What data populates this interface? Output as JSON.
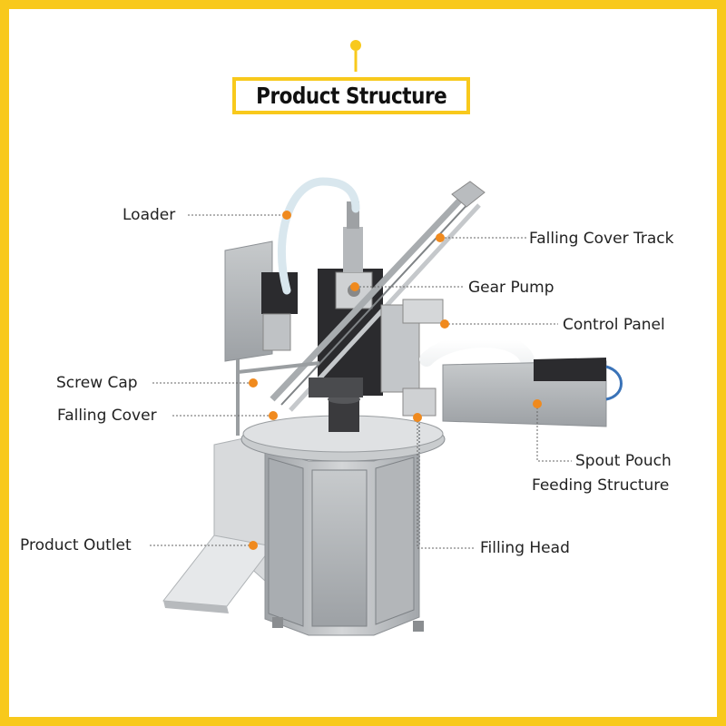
{
  "title": "Product Structure",
  "labels": {
    "loader": "Loader",
    "falling_cover_track": "Falling Cover Track",
    "gear_pump": "Gear Pump",
    "control_panel": "Control Panel",
    "screw_cap": "Screw Cap",
    "falling_cover": "Falling Cover",
    "spout_pouch_line1": "Spout Pouch",
    "spout_pouch_line2": "Feeding Structure",
    "product_outlet": "Product Outlet",
    "filling_head": "Filling Head"
  },
  "colors": {
    "frame": "#f8c91c",
    "marker": "#f08a1e",
    "title_dot": "#f8c91c",
    "leader_line": "#555555",
    "steel": "#b9bcbf",
    "dark_part": "#2b2b2e"
  }
}
